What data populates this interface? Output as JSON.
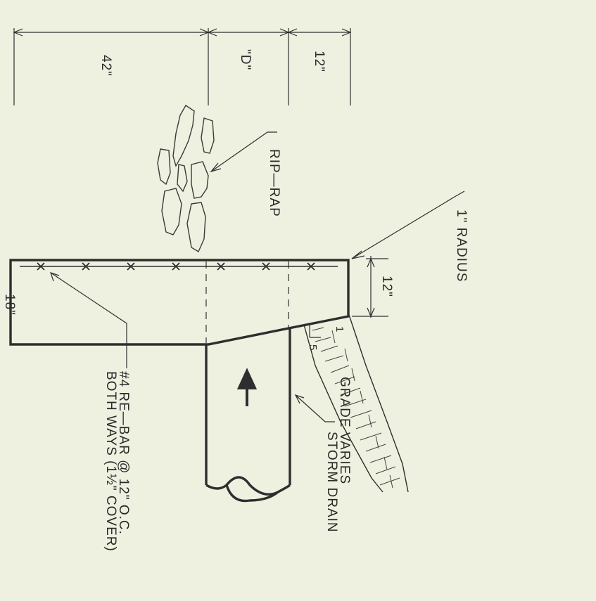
{
  "diagram": {
    "colors": {
      "background": "#eef0e0",
      "ink": "#2e2e2e"
    },
    "dimensions": {
      "top_left": "42\"",
      "top_middle": "\"D\"",
      "top_right": "12\"",
      "wall_thickness": "12\"",
      "cut_off": "18\""
    },
    "labels": {
      "rip_rap": "RIP—RAP",
      "radius": "1\" RADIUS",
      "grade": "GRADE VARIES",
      "storm_drain": "STORM DRAIN",
      "rebar_line1": "#4 RE—BAR @ 12\" O.C.",
      "rebar_line2": "BOTH WAYS (1½\" COVER)",
      "slope_rise": "1",
      "slope_run": "5"
    }
  }
}
